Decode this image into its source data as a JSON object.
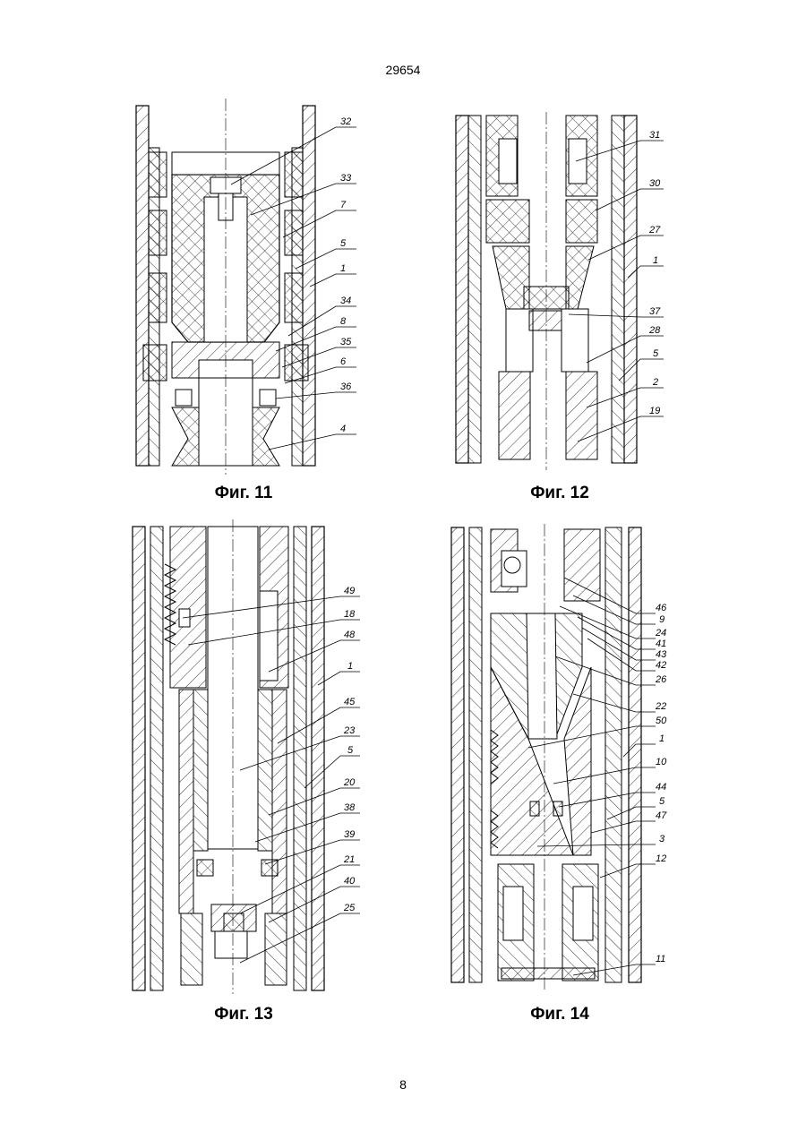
{
  "document_number": "29654",
  "page_number": "8",
  "figures": [
    {
      "caption": "Фиг. 11",
      "labels": [
        "32",
        "33",
        "7",
        "5",
        "1",
        "34",
        "8",
        "35",
        "6",
        "36",
        "4"
      ]
    },
    {
      "caption": "Фиг. 12",
      "labels": [
        "31",
        "30",
        "27",
        "1",
        "37",
        "28",
        "5",
        "2",
        "19"
      ]
    },
    {
      "caption": "Фиг. 13",
      "labels": [
        "49",
        "18",
        "48",
        "1",
        "45",
        "23",
        "5",
        "20",
        "38",
        "39",
        "21",
        "40",
        "25"
      ]
    },
    {
      "caption": "Фиг. 14",
      "labels": [
        "46",
        "9",
        "24",
        "41",
        "43",
        "42",
        "26",
        "22",
        "50",
        "1",
        "10",
        "44",
        "5",
        "47",
        "3",
        "12",
        "11"
      ]
    }
  ]
}
